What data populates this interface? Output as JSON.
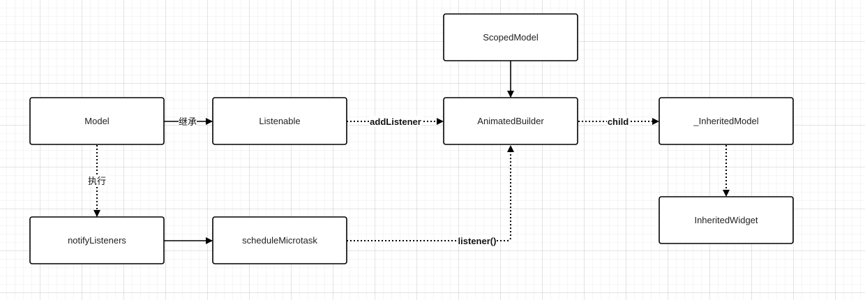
{
  "nodes": {
    "model": "Model",
    "listenable": "Listenable",
    "animated_builder": "AnimatedBuilder",
    "scoped_model": "ScopedModel",
    "inherited_model": "_InheritedModel",
    "inherited_widget": "InheritedWidget",
    "notify_listeners": "notifyListeners",
    "schedule_microtask": "scheduleMicrotask"
  },
  "edges": {
    "model_to_listenable": "继承",
    "listenable_to_builder": "addListener",
    "builder_to_inherited": "child",
    "model_to_notify": "执行",
    "microtask_to_builder": "listener()"
  }
}
